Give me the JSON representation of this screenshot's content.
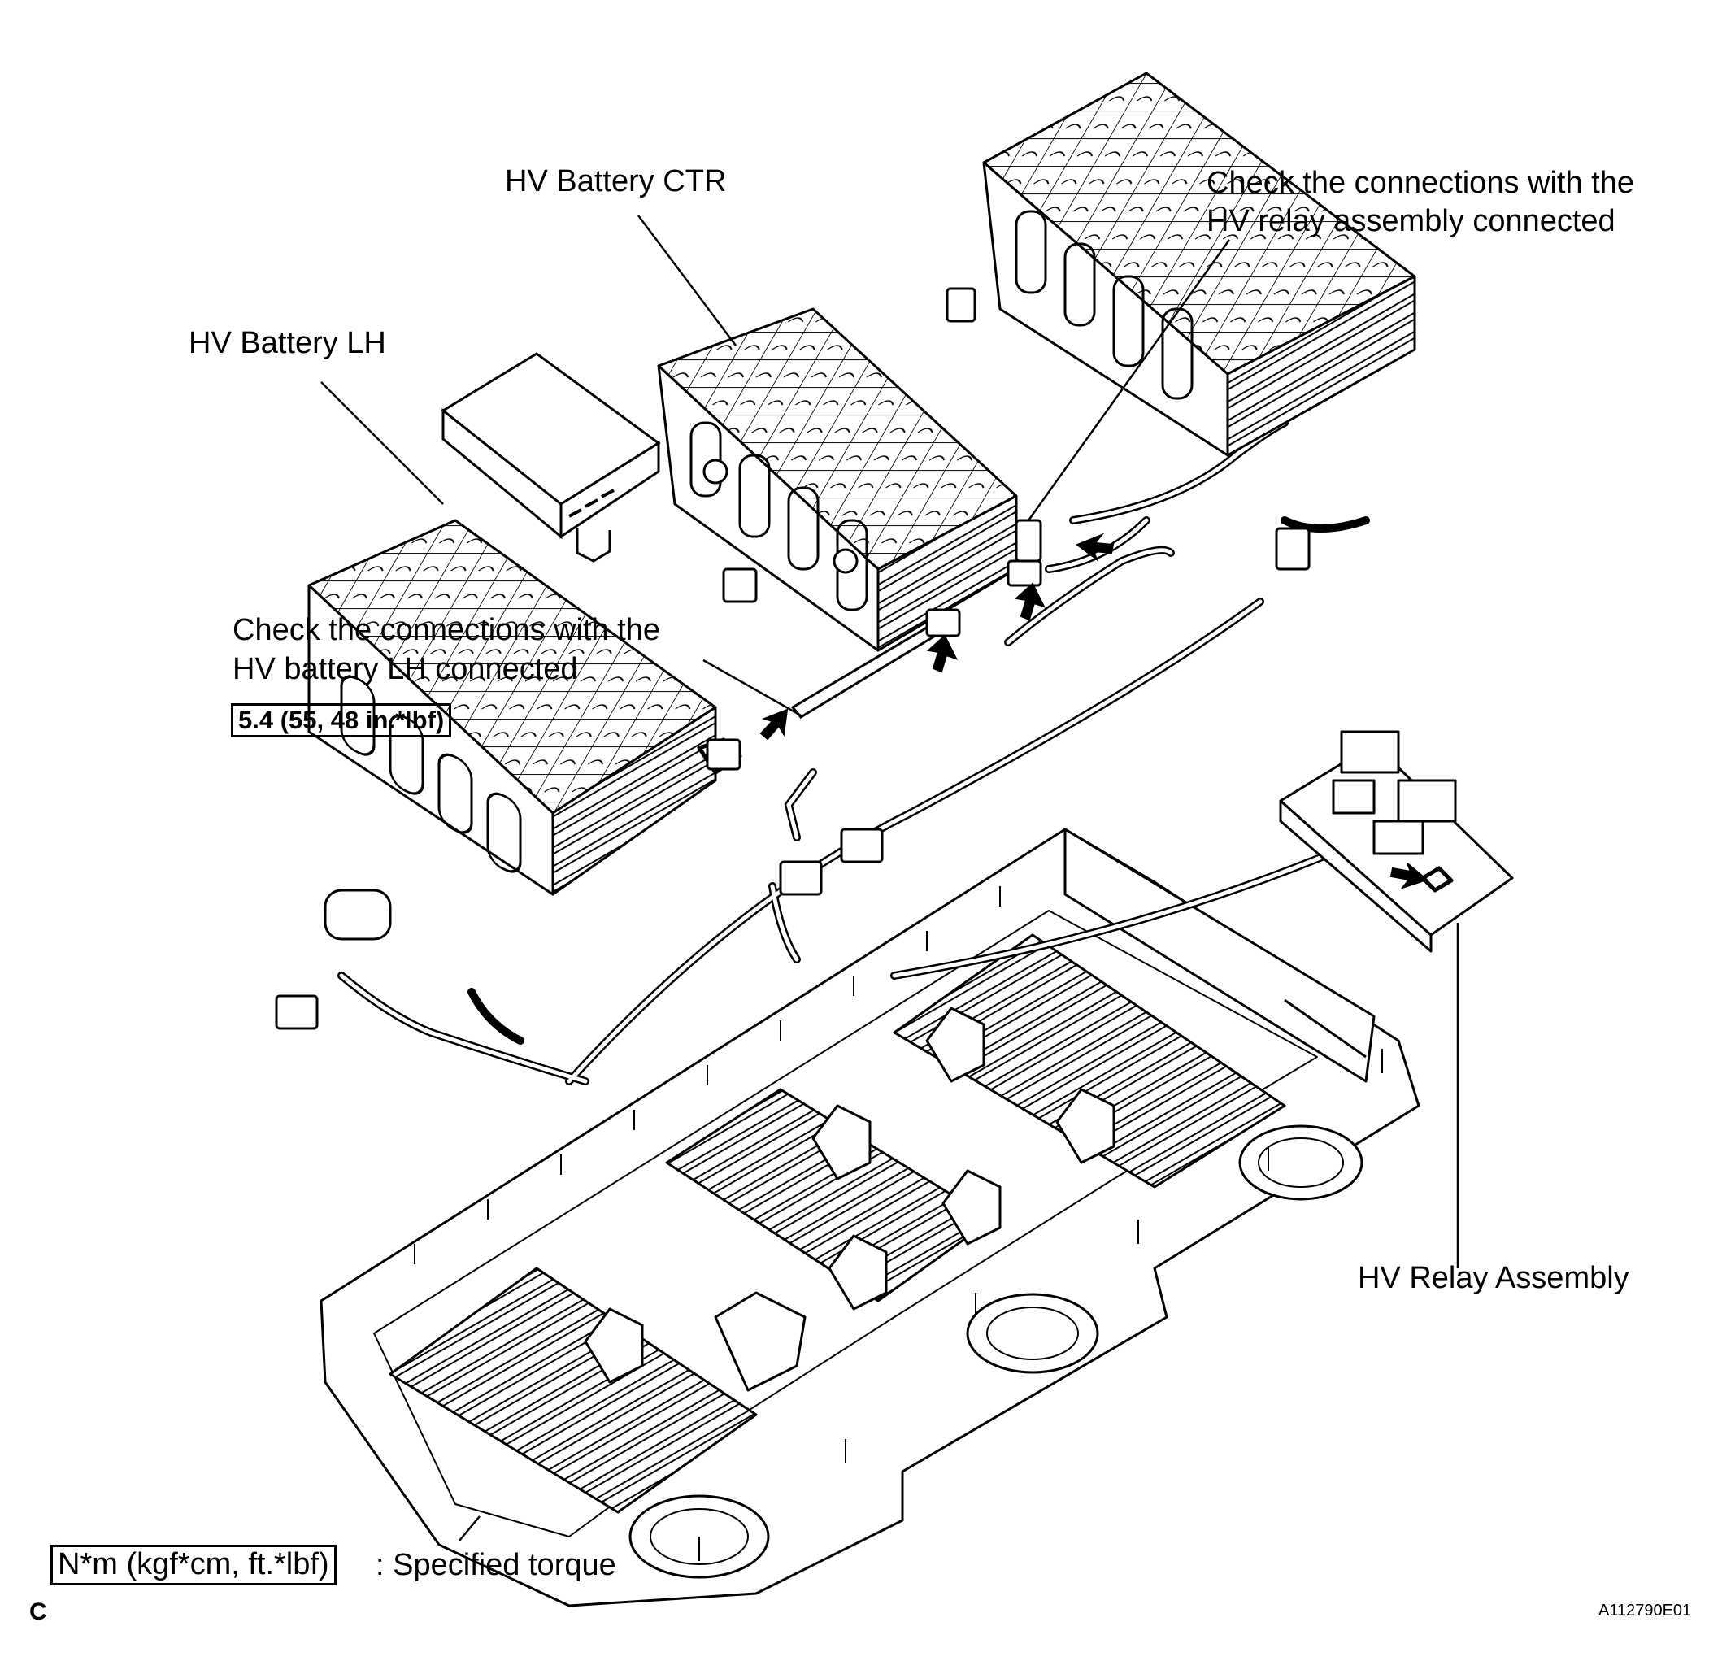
{
  "diagram": {
    "labels": {
      "hv_battery_ctr": "HV Battery CTR",
      "hv_battery_lh": "HV Battery LH",
      "check_relay_line1": "Check the connections with the",
      "check_relay_line2": "HV relay assembly connected",
      "check_lh_line1": "Check the connections with the",
      "check_lh_line2": "HV battery LH connected",
      "torque_value": "5.4 (55, 48 in.*lbf)",
      "hv_relay_assembly": "HV Relay Assembly"
    },
    "legend": {
      "torque_unit": "N*m (kgf*cm, ft.*lbf)",
      "torque_desc": ": Specified torque"
    },
    "corner_letter": "C",
    "figure_id": "A112790E01"
  },
  "colors": {
    "line": "#000000",
    "background": "#ffffff"
  }
}
